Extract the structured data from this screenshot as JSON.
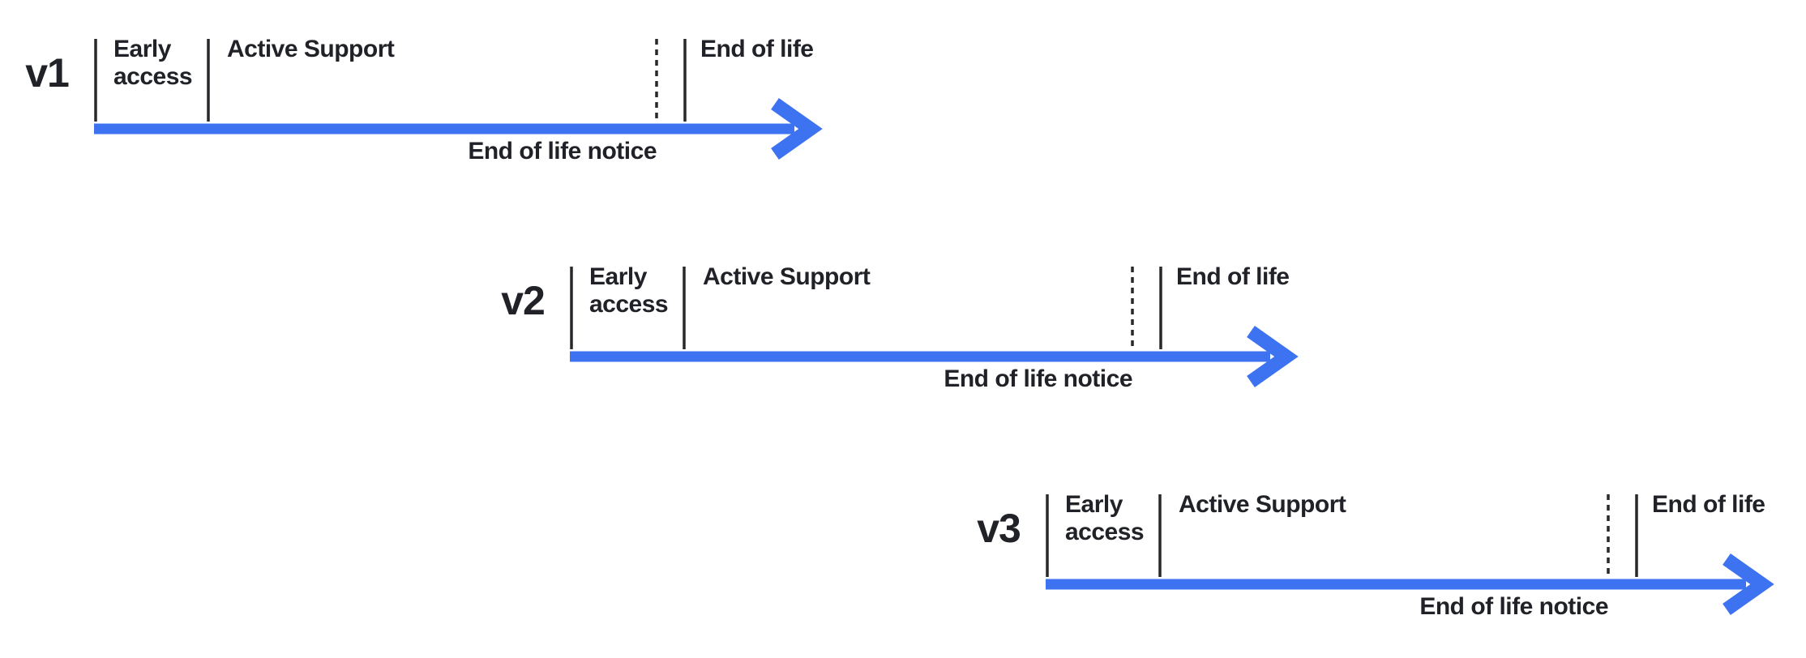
{
  "colors": {
    "background": "#ffffff",
    "arrow_blue": "#3d73f0",
    "text_dark": "#202227",
    "tick_dark": "#26282b"
  },
  "timelines": [
    {
      "version": "v1",
      "labels": {
        "early_access": "Early access",
        "active_support": "Active Support",
        "end_of_life": "End of life",
        "end_of_life_notice": "End of life notice"
      }
    },
    {
      "version": "v2",
      "labels": {
        "early_access": "Early access",
        "active_support": "Active Support",
        "end_of_life": "End of life",
        "end_of_life_notice": "End of life notice"
      }
    },
    {
      "version": "v3",
      "labels": {
        "early_access": "Early access",
        "active_support": "Active Support",
        "end_of_life": "End of life",
        "end_of_life_notice": "End of life notice"
      }
    }
  ]
}
